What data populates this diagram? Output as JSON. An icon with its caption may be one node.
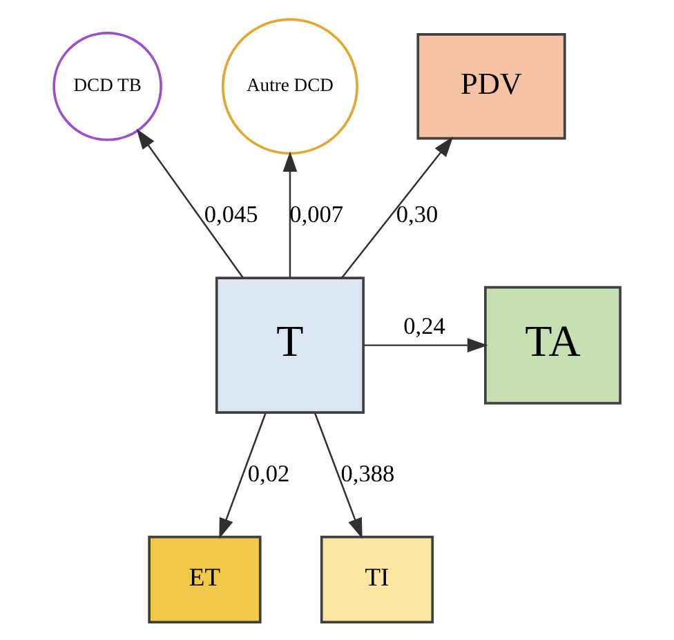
{
  "diagram": {
    "nodes": [
      {
        "text": [
          "DCD TB"
        ]
      },
      {
        "text": [
          "Autre DCD"
        ]
      },
      {
        "text": [
          "PDV"
        ]
      },
      {
        "text": [
          "T"
        ]
      },
      {
        "text": [
          "TA"
        ]
      },
      {
        "text": [
          "ET"
        ]
      },
      {
        "text": [
          "TI"
        ]
      }
    ],
    "edges": [
      {
        "from": 3,
        "to": 0,
        "arrow": "to",
        "label": "0,045"
      },
      {
        "from": 3,
        "to": 1,
        "arrow": "to",
        "label": "0,007"
      },
      {
        "from": 3,
        "to": 2,
        "arrow": "to",
        "label": "0,30"
      },
      {
        "from": 3,
        "to": 4,
        "arrow": "to",
        "label": "0,24"
      },
      {
        "from": 3,
        "to": 5,
        "arrow": "to",
        "label": "0,02"
      },
      {
        "from": 3,
        "to": 6,
        "arrow": "to",
        "label": "0,388"
      }
    ]
  }
}
